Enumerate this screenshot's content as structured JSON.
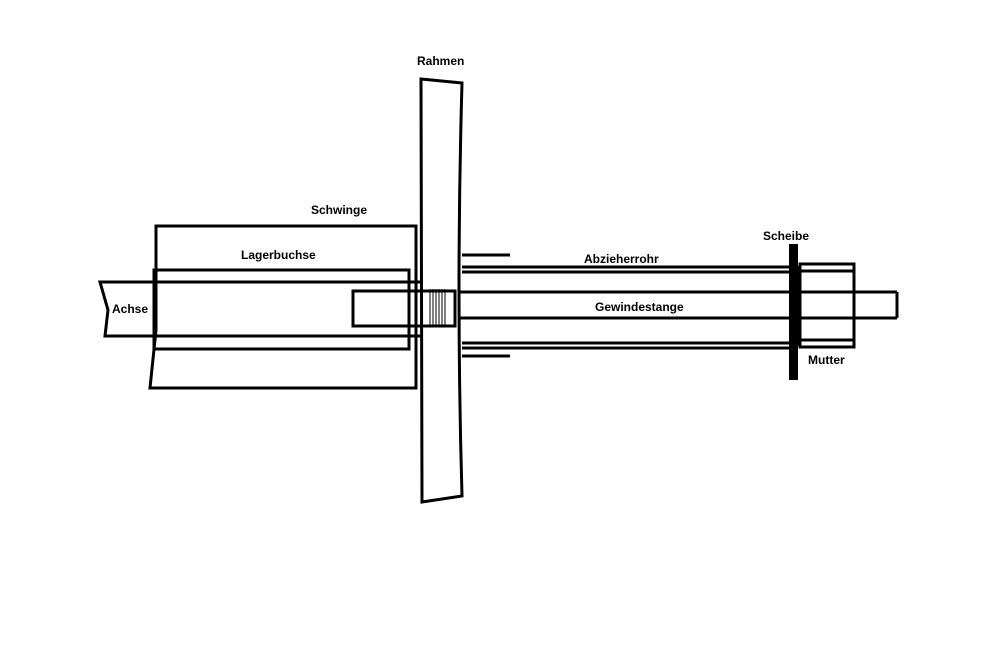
{
  "diagram": {
    "labels": {
      "rahmen": "Rahmen",
      "schwinge": "Schwinge",
      "lagerbuchse": "Lagerbuchse",
      "achse": "Achse",
      "abzieherrohr": "Abzieherrohr",
      "gewindestange": "Gewindestange",
      "scheibe": "Scheibe",
      "mutter": "Mutter"
    },
    "colors": {
      "stroke": "#000000",
      "background": "#ffffff"
    }
  }
}
